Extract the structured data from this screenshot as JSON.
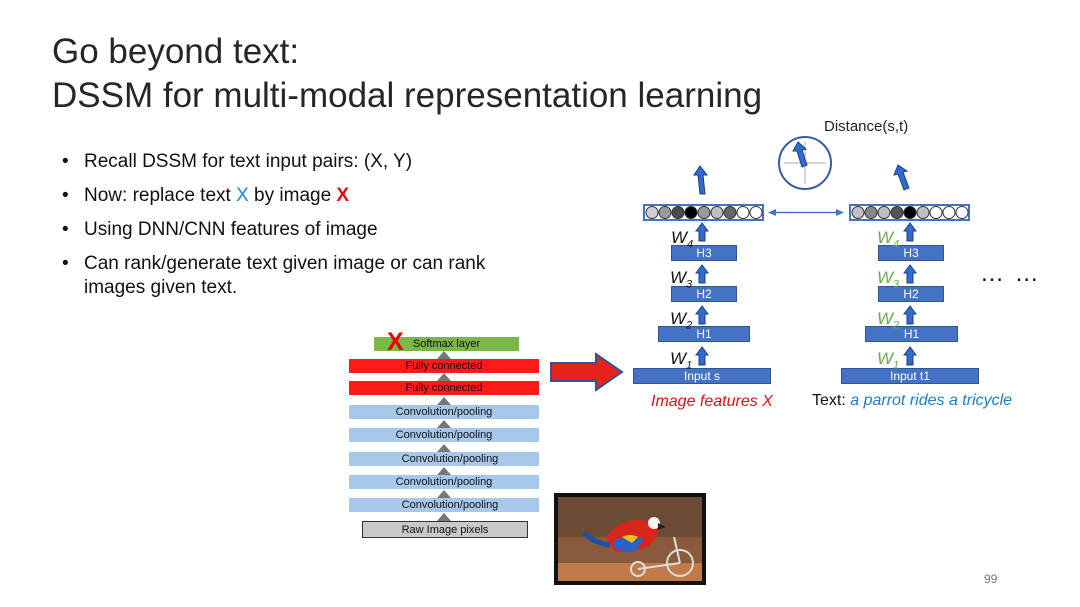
{
  "slide": {
    "title_line1": "Go beyond text:",
    "title_line2": "DSSM for multi-modal representation learning",
    "page_number": "99"
  },
  "bullets": {
    "b1": "Recall DSSM for text input pairs:  (X, Y)",
    "b2_pre": "Now: replace text ",
    "b2_x_text": "X",
    "b2_mid": " by image ",
    "b2_x_image": "X",
    "b3": "Using DNN/CNN features of image",
    "b4": "Can rank/generate text given image or can rank images given text."
  },
  "cnn": {
    "softmax": "Softmax layer",
    "fc1": "Fully connected",
    "fc2": "Fully connected",
    "conv1": "Convolution/pooling",
    "conv2": "Convolution/pooling",
    "conv3": "Convolution/pooling",
    "conv4": "Convolution/pooling",
    "conv5": "Convolution/pooling",
    "raw": "Raw Image pixels",
    "x_mark": "X"
  },
  "dssm": {
    "distance": "Distance(s,t)",
    "left": {
      "h3": "H3",
      "h2": "H2",
      "h1": "H1",
      "input": "Input s",
      "caption": "Image features X"
    },
    "right": {
      "h3": "H3",
      "h2": "H2",
      "h1": "H1",
      "input": "Input t1",
      "caption_prefix": "Text: ",
      "caption_text": "a parrot rides a tricycle"
    },
    "w": "W",
    "w_subs": [
      "4",
      "3",
      "2",
      "1"
    ],
    "ellipsis": "… …"
  },
  "colors": {
    "layer_blue": "#4472c4",
    "cnn_red": "#ff1a1a",
    "cnn_lightblue": "#a7c8ea",
    "cnn_green": "#7ab648",
    "w_green": "#6aa84f",
    "accent_red": "#dd1111",
    "text_blue": "#1f87d6"
  },
  "icons": {
    "big_arrow": "right-arrow-icon",
    "up_arrow": "up-arrow-icon",
    "gauge": "compass-gauge-icon",
    "photo": "parrot-on-tricycle-photo"
  }
}
